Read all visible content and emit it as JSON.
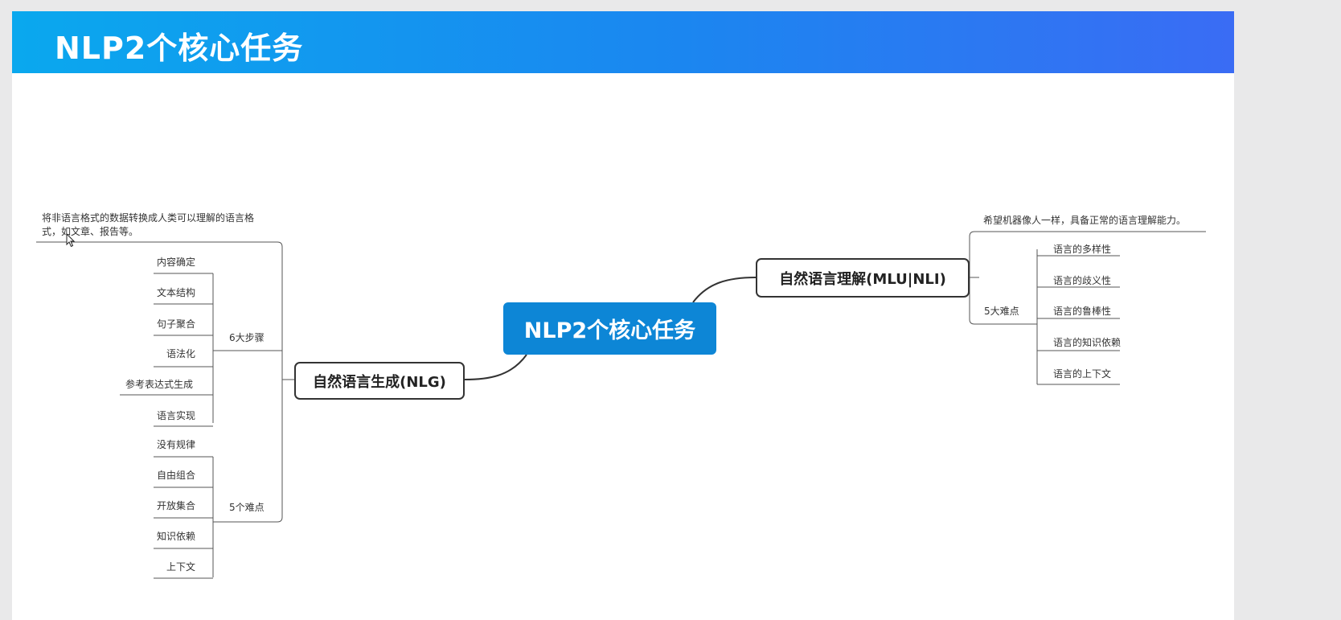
{
  "header": {
    "title": "NLP2个核心任务"
  },
  "mindmap": {
    "root": "NLP2个核心任务",
    "left_branch": {
      "label": "自然语言生成(NLG)",
      "description_line1": "将非语言格式的数据转换成人类可以理解的语言格",
      "description_line2": "式，如文章、报告等。",
      "steps_group": {
        "label": "6大步骤",
        "items": [
          "内容确定",
          "文本结构",
          "句子聚合",
          "语法化",
          "参考表达式生成",
          "语言实现"
        ]
      },
      "difficulty_group": {
        "label": "5个难点",
        "items": [
          "没有规律",
          "自由组合",
          "开放集合",
          "知识依赖",
          "上下文"
        ]
      }
    },
    "right_branch": {
      "label": "自然语言理解(MLU|NLI)",
      "description": "希望机器像人一样，具备正常的语言理解能力。",
      "difficulty_group": {
        "label": "5大难点",
        "items": [
          "语言的多样性",
          "语言的歧义性",
          "语言的鲁棒性",
          "语言的知识依赖",
          "语言的上下文"
        ]
      }
    }
  },
  "colors": {
    "header_start": "#0aa8ee",
    "header_end": "#3a6cf4",
    "root_fill": "#0d86d6",
    "branch_border": "#333333",
    "connector": "#555555"
  },
  "icons": {
    "cursor": "mouse-pointer-icon"
  }
}
